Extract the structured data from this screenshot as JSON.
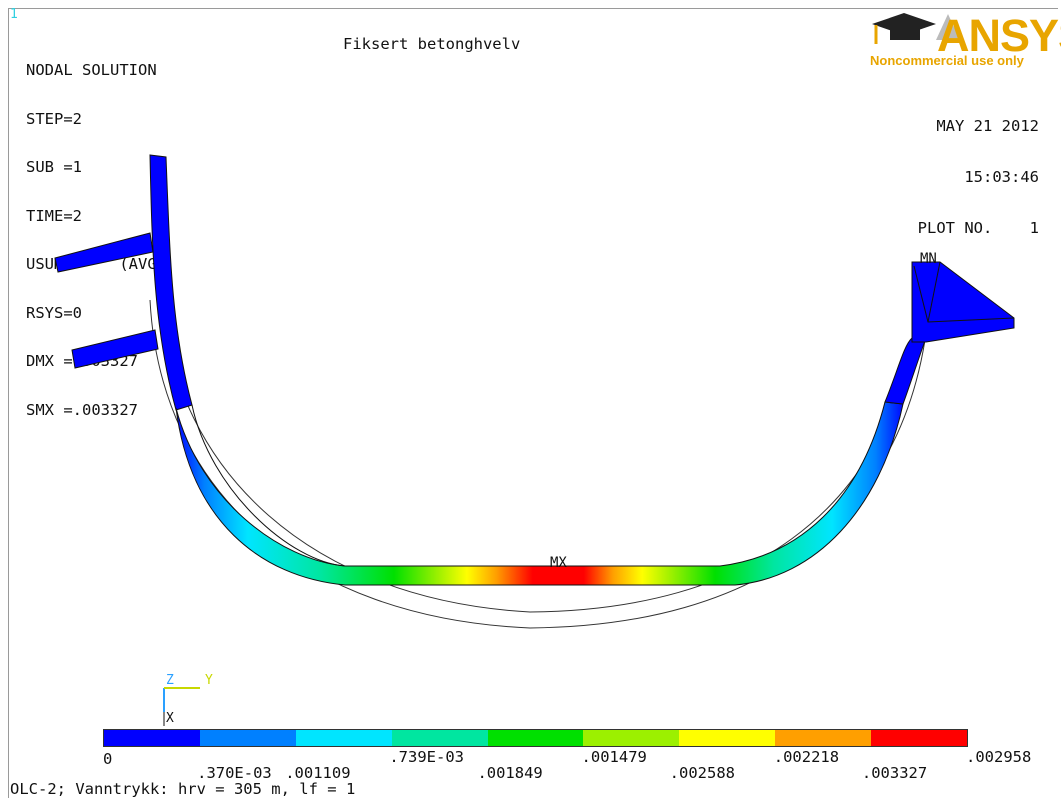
{
  "window_number": "1",
  "info": {
    "line1": "NODAL SOLUTION",
    "line2": "STEP=2",
    "line3": "SUB =1",
    "line4": "TIME=2",
    "line5": "USUM      (AVG)",
    "line6": "RSYS=0",
    "line7": "DMX =.003327",
    "line8": "SMX =.003327"
  },
  "title": "Fiksert betonghvelv",
  "logo": {
    "text": "ANSYS",
    "subtitle": "Noncommercial use only"
  },
  "datetime": {
    "date": "MAY 21 2012",
    "time": "15:03:46",
    "plot_no": "PLOT NO.    1"
  },
  "markers": {
    "max": "MX",
    "min": "MN"
  },
  "axes": {
    "z": "Z",
    "y": "Y",
    "x": "X"
  },
  "legend": {
    "colors": [
      "#0000ff",
      "#0080ff",
      "#00e5ff",
      "#00e6a0",
      "#00e000",
      "#9cf000",
      "#ffff00",
      "#ff9f00",
      "#ff0000"
    ],
    "labels_low": [
      "0",
      ".001109",
      ".001849",
      ".002588",
      ".003327"
    ],
    "labels_high": [
      ".370E-03",
      ".739E-03",
      ".001479",
      ".002218",
      ".002958"
    ]
  },
  "footer": "OLC-2; Vanntrykk: hrv = 305 m, lf = 1"
}
